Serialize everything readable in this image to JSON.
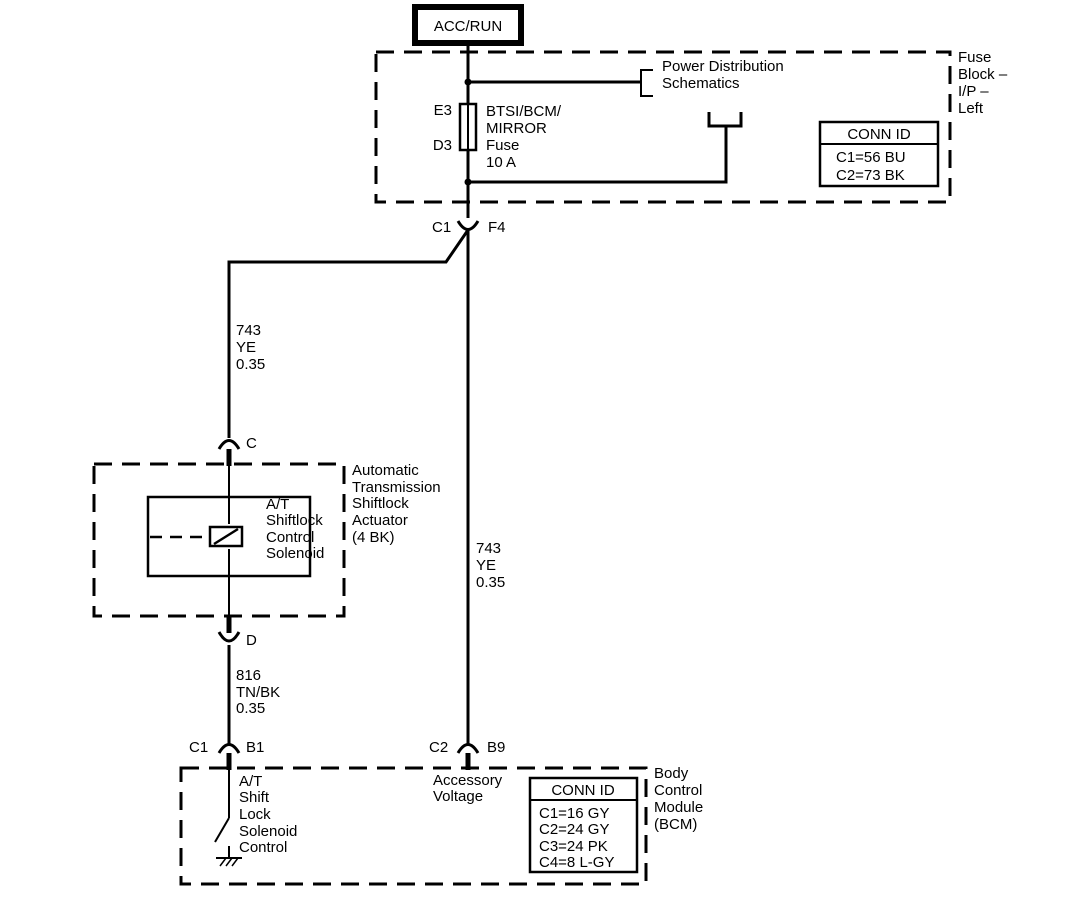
{
  "power_source": "ACC/RUN",
  "fuse_block": {
    "label": [
      "Fuse",
      "Block –",
      "I/P –",
      "Left"
    ],
    "power_dist_ref": [
      "Power Distribution",
      "Schematics"
    ],
    "fuse_pin_top": "E3",
    "fuse_pin_bottom": "D3",
    "fuse_name": [
      "BTSI/BCM/",
      "MIRROR",
      "Fuse",
      "10 A"
    ],
    "conn_id": {
      "title": "CONN ID",
      "rows": [
        "C1=56 BU",
        "C2=73 BK"
      ]
    },
    "connector": {
      "left": "C1",
      "right": "F4"
    }
  },
  "wire_left_top": [
    "743",
    "YE",
    "0.35"
  ],
  "wire_center": [
    "743",
    "YE",
    "0.35"
  ],
  "wire_left_bottom": [
    "816",
    "TN/BK",
    "0.35"
  ],
  "actuator": {
    "label": [
      "Automatic",
      "Transmission",
      "Shiftlock",
      "Actuator",
      "(4 BK)"
    ],
    "solenoid": [
      "A/T",
      "Shiftlock",
      "Control",
      "Solenoid"
    ],
    "pin_top": "C",
    "pin_bottom": "D"
  },
  "bcm": {
    "label": [
      "Body",
      "Control",
      "Module",
      "(BCM)"
    ],
    "left_connector": {
      "left": "C1",
      "right": "B1"
    },
    "right_connector": {
      "left": "C2",
      "right": "B9"
    },
    "accessory": [
      "Accessory",
      "Voltage"
    ],
    "shift_lock": [
      "A/T",
      "Shift",
      "Lock",
      "Solenoid",
      "Control"
    ],
    "conn_id": {
      "title": "CONN ID",
      "rows": [
        "C1=16 GY",
        "C2=24 GY",
        "C3=24 PK",
        "C4=8 L-GY"
      ]
    }
  }
}
